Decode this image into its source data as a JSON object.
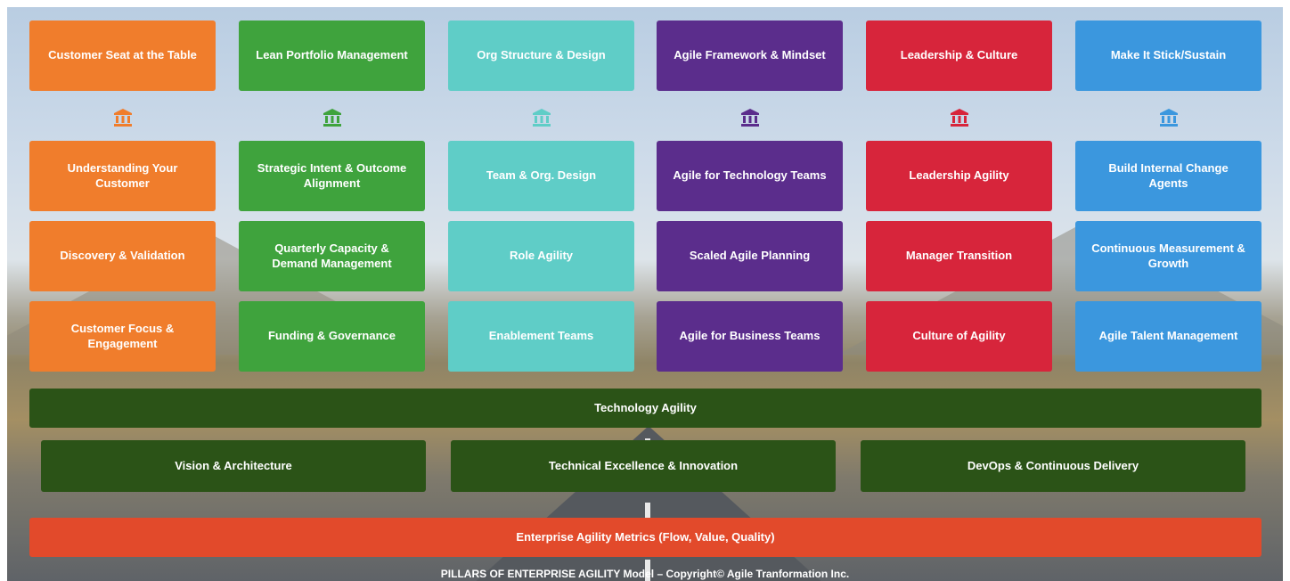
{
  "colors": {
    "orange": "#f07d2c",
    "green": "#3fa33d",
    "teal": "#5fcdc7",
    "purple": "#5b2d8c",
    "red": "#d7253b",
    "blue": "#3b97de",
    "dark_green": "#2b5317",
    "metrics_red": "#e24a2b"
  },
  "pillars": [
    {
      "header": "Customer Seat at the Table",
      "icon": "pillar-icon",
      "color": "#f07d2c",
      "items": [
        "Understanding Your Customer",
        "Discovery & Validation",
        "Customer Focus & Engagement"
      ]
    },
    {
      "header": "Lean Portfolio Management",
      "icon": "pillar-icon",
      "color": "#3fa33d",
      "items": [
        "Strategic Intent & Outcome Alignment",
        "Quarterly Capacity & Demand Management",
        "Funding & Governance"
      ]
    },
    {
      "header": "Org Structure & Design",
      "icon": "pillar-icon",
      "color": "#5fcdc7",
      "items": [
        "Team & Org. Design",
        "Role Agility",
        "Enablement Teams"
      ]
    },
    {
      "header": "Agile Framework & Mindset",
      "icon": "pillar-icon",
      "color": "#5b2d8c",
      "items": [
        "Agile for Technology Teams",
        "Scaled Agile Planning",
        "Agile for Business Teams"
      ]
    },
    {
      "header": "Leadership & Culture",
      "icon": "pillar-icon",
      "color": "#d7253b",
      "items": [
        "Leadership Agility",
        "Manager Transition",
        "Culture of Agility"
      ]
    },
    {
      "header": "Make It Stick/Sustain",
      "icon": "pillar-icon",
      "color": "#3b97de",
      "items": [
        "Build Internal Change Agents",
        "Continuous Measurement & Growth",
        "Agile Talent Management"
      ]
    }
  ],
  "foundation": {
    "technology_agility": "Technology Agility",
    "sub": [
      "Vision & Architecture",
      "Technical Excellence & Innovation",
      "DevOps & Continuous Delivery"
    ],
    "metrics": "Enterprise Agility Metrics (Flow, Value, Quality)"
  },
  "footer": "PILLARS OF ENTERPRISE AGILITY Model – Copyright© Agile Tranformation Inc."
}
